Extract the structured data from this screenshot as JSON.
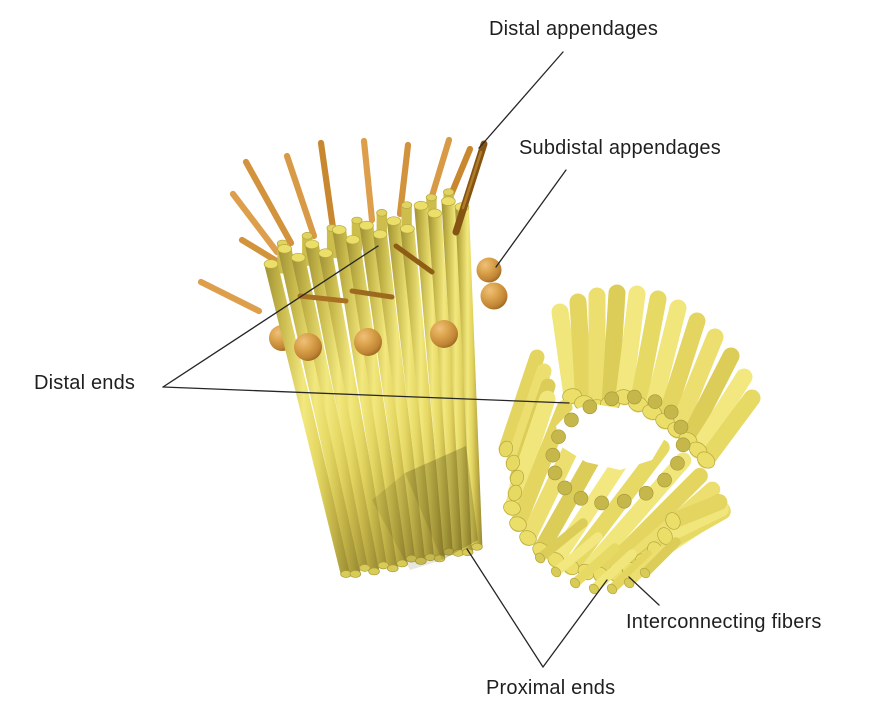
{
  "figure": {
    "type": "3d-structure-diagram",
    "subject": "centriole-pair"
  },
  "labels": {
    "distal_appendages": "Distal appendages",
    "subdistal_appendages": "Subdistal appendages",
    "distal_ends": "Distal ends",
    "proximal_ends": "Proximal ends",
    "interconnecting_fibers": "Interconnecting fibers"
  },
  "colors": {
    "background": "#ffffff",
    "microtubule_highlight": "#f2e87e",
    "microtubule_mid": "#e4d662",
    "microtubule_dark": "#9e9038",
    "cap_light": "#ebdf6a",
    "cap_edge": "#b6a73e",
    "cap_bottom": "#d9cb57",
    "inner_ring_cap": "#c6b74b",
    "inner_ring_edge": "#a3943c",
    "daughter_palette": [
      "#f1e67b",
      "#e3d560",
      "#ecdf70",
      "#dbcd58",
      "#f3e880",
      "#e6d964"
    ],
    "appendage_light": "#efc07c",
    "appendage_mid": "#d2933c",
    "appendage_deep": "#8f6018",
    "spike_palette": [
      "#dd9f4c",
      "#d2933c",
      "#d89a46",
      "#c9882f"
    ],
    "spike_dark": "#855413",
    "annotation_line": "#262626",
    "label_text": "#1f1f1f"
  }
}
